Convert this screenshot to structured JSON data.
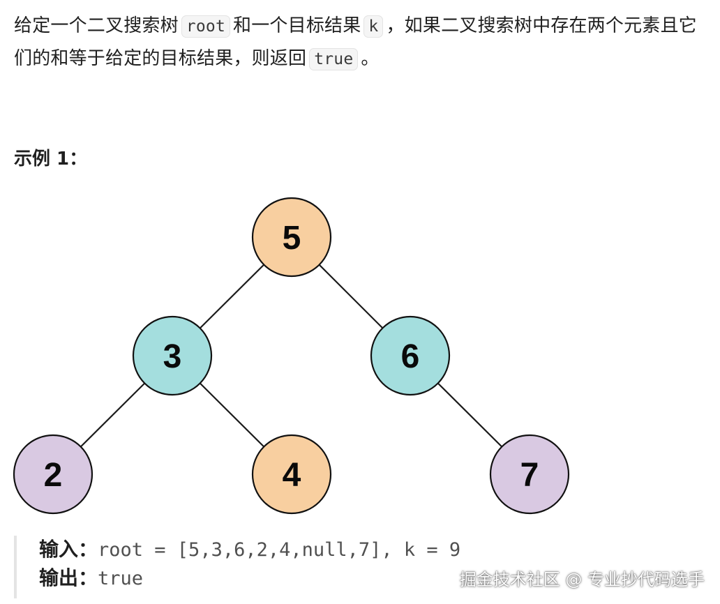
{
  "description": {
    "part1": "给定一个二叉搜索树",
    "code_root": "root",
    "part2": "和一个目标结果",
    "code_k": "k",
    "part3": "，如果二叉搜索树中存在两个元素且它们的和等于给定的目标结果，则返回",
    "code_true": "true",
    "part4": "。"
  },
  "example": {
    "title": "示例 1：",
    "tree": {
      "nodes": [
        {
          "id": "n5",
          "value": "5",
          "color": "#f8cfa0"
        },
        {
          "id": "n3",
          "value": "3",
          "color": "#a4dede"
        },
        {
          "id": "n6",
          "value": "6",
          "color": "#a4dede"
        },
        {
          "id": "n2",
          "value": "2",
          "color": "#d9c9e2"
        },
        {
          "id": "n4",
          "value": "4",
          "color": "#f8cfa0"
        },
        {
          "id": "n7",
          "value": "7",
          "color": "#d9c9e2"
        }
      ],
      "edges": [
        [
          "n5",
          "n3"
        ],
        [
          "n5",
          "n6"
        ],
        [
          "n3",
          "n2"
        ],
        [
          "n3",
          "n4"
        ],
        [
          "n6",
          "n7"
        ]
      ]
    },
    "input_label": "输入：",
    "input_value": "root = [5,3,6,2,4,null,7], k = 9",
    "output_label": "输出：",
    "output_value": "true"
  },
  "watermark": "掘金技术社区 @ 专业抄代码选手"
}
